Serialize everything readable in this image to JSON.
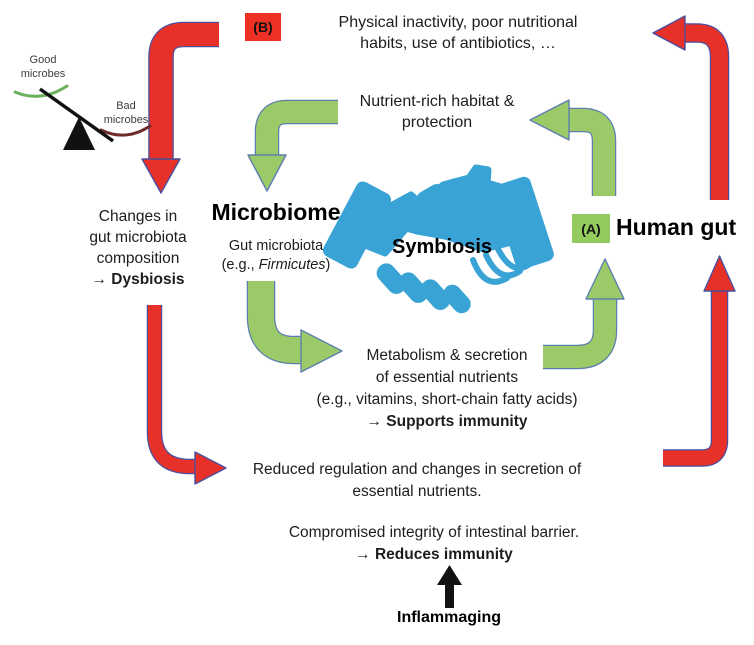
{
  "colors": {
    "red": "#E73128",
    "red_border": "#4A4F9F",
    "green": "#9CCA68",
    "green_border": "#5C7FAE",
    "blue": "#3AA3D6",
    "red_box": "#EE3124",
    "green_box": "#93CB5F",
    "black": "#111111"
  },
  "seesaw": {
    "good_line1": "Good",
    "good_line2": "microbes",
    "bad_line1": "Bad",
    "bad_line2": "microbes"
  },
  "badges": {
    "b": "(B)",
    "a": "(A)"
  },
  "headings": {
    "microbiome": "Microbiome",
    "human_gut": "Human gut",
    "symbiosis": "Symbiosis"
  },
  "top_cause": {
    "line1": "Physical inactivity, poor nutritional",
    "line2": "habits, use of antibiotics, …"
  },
  "nutrient": {
    "line1": "Nutrient-rich habitat &",
    "line2": "protection"
  },
  "dysbiosis": {
    "line1": "Changes in",
    "line2": "gut microbiota",
    "line3": "composition",
    "line4": "→ Dysbiosis"
  },
  "gut_microbiota": {
    "line1": "Gut microbiota",
    "line2_pre": "(e.g., ",
    "line2_italic": "Firmicutes",
    "line2_post": ")"
  },
  "metabolism": {
    "line1": "Metabolism & secretion",
    "line2": "of essential nutrients",
    "line3": "(e.g., vitamins, short-chain fatty acids)",
    "line4": "→ Supports immunity"
  },
  "reduced": {
    "line1": "Reduced regulation and changes in secretion of",
    "line2": "essential nutrients."
  },
  "compromised": {
    "line1": "Compromised integrity of intestinal barrier.",
    "line2": "→ Reduces immunity"
  },
  "inflammaging": {
    "label": "Inflammaging"
  }
}
